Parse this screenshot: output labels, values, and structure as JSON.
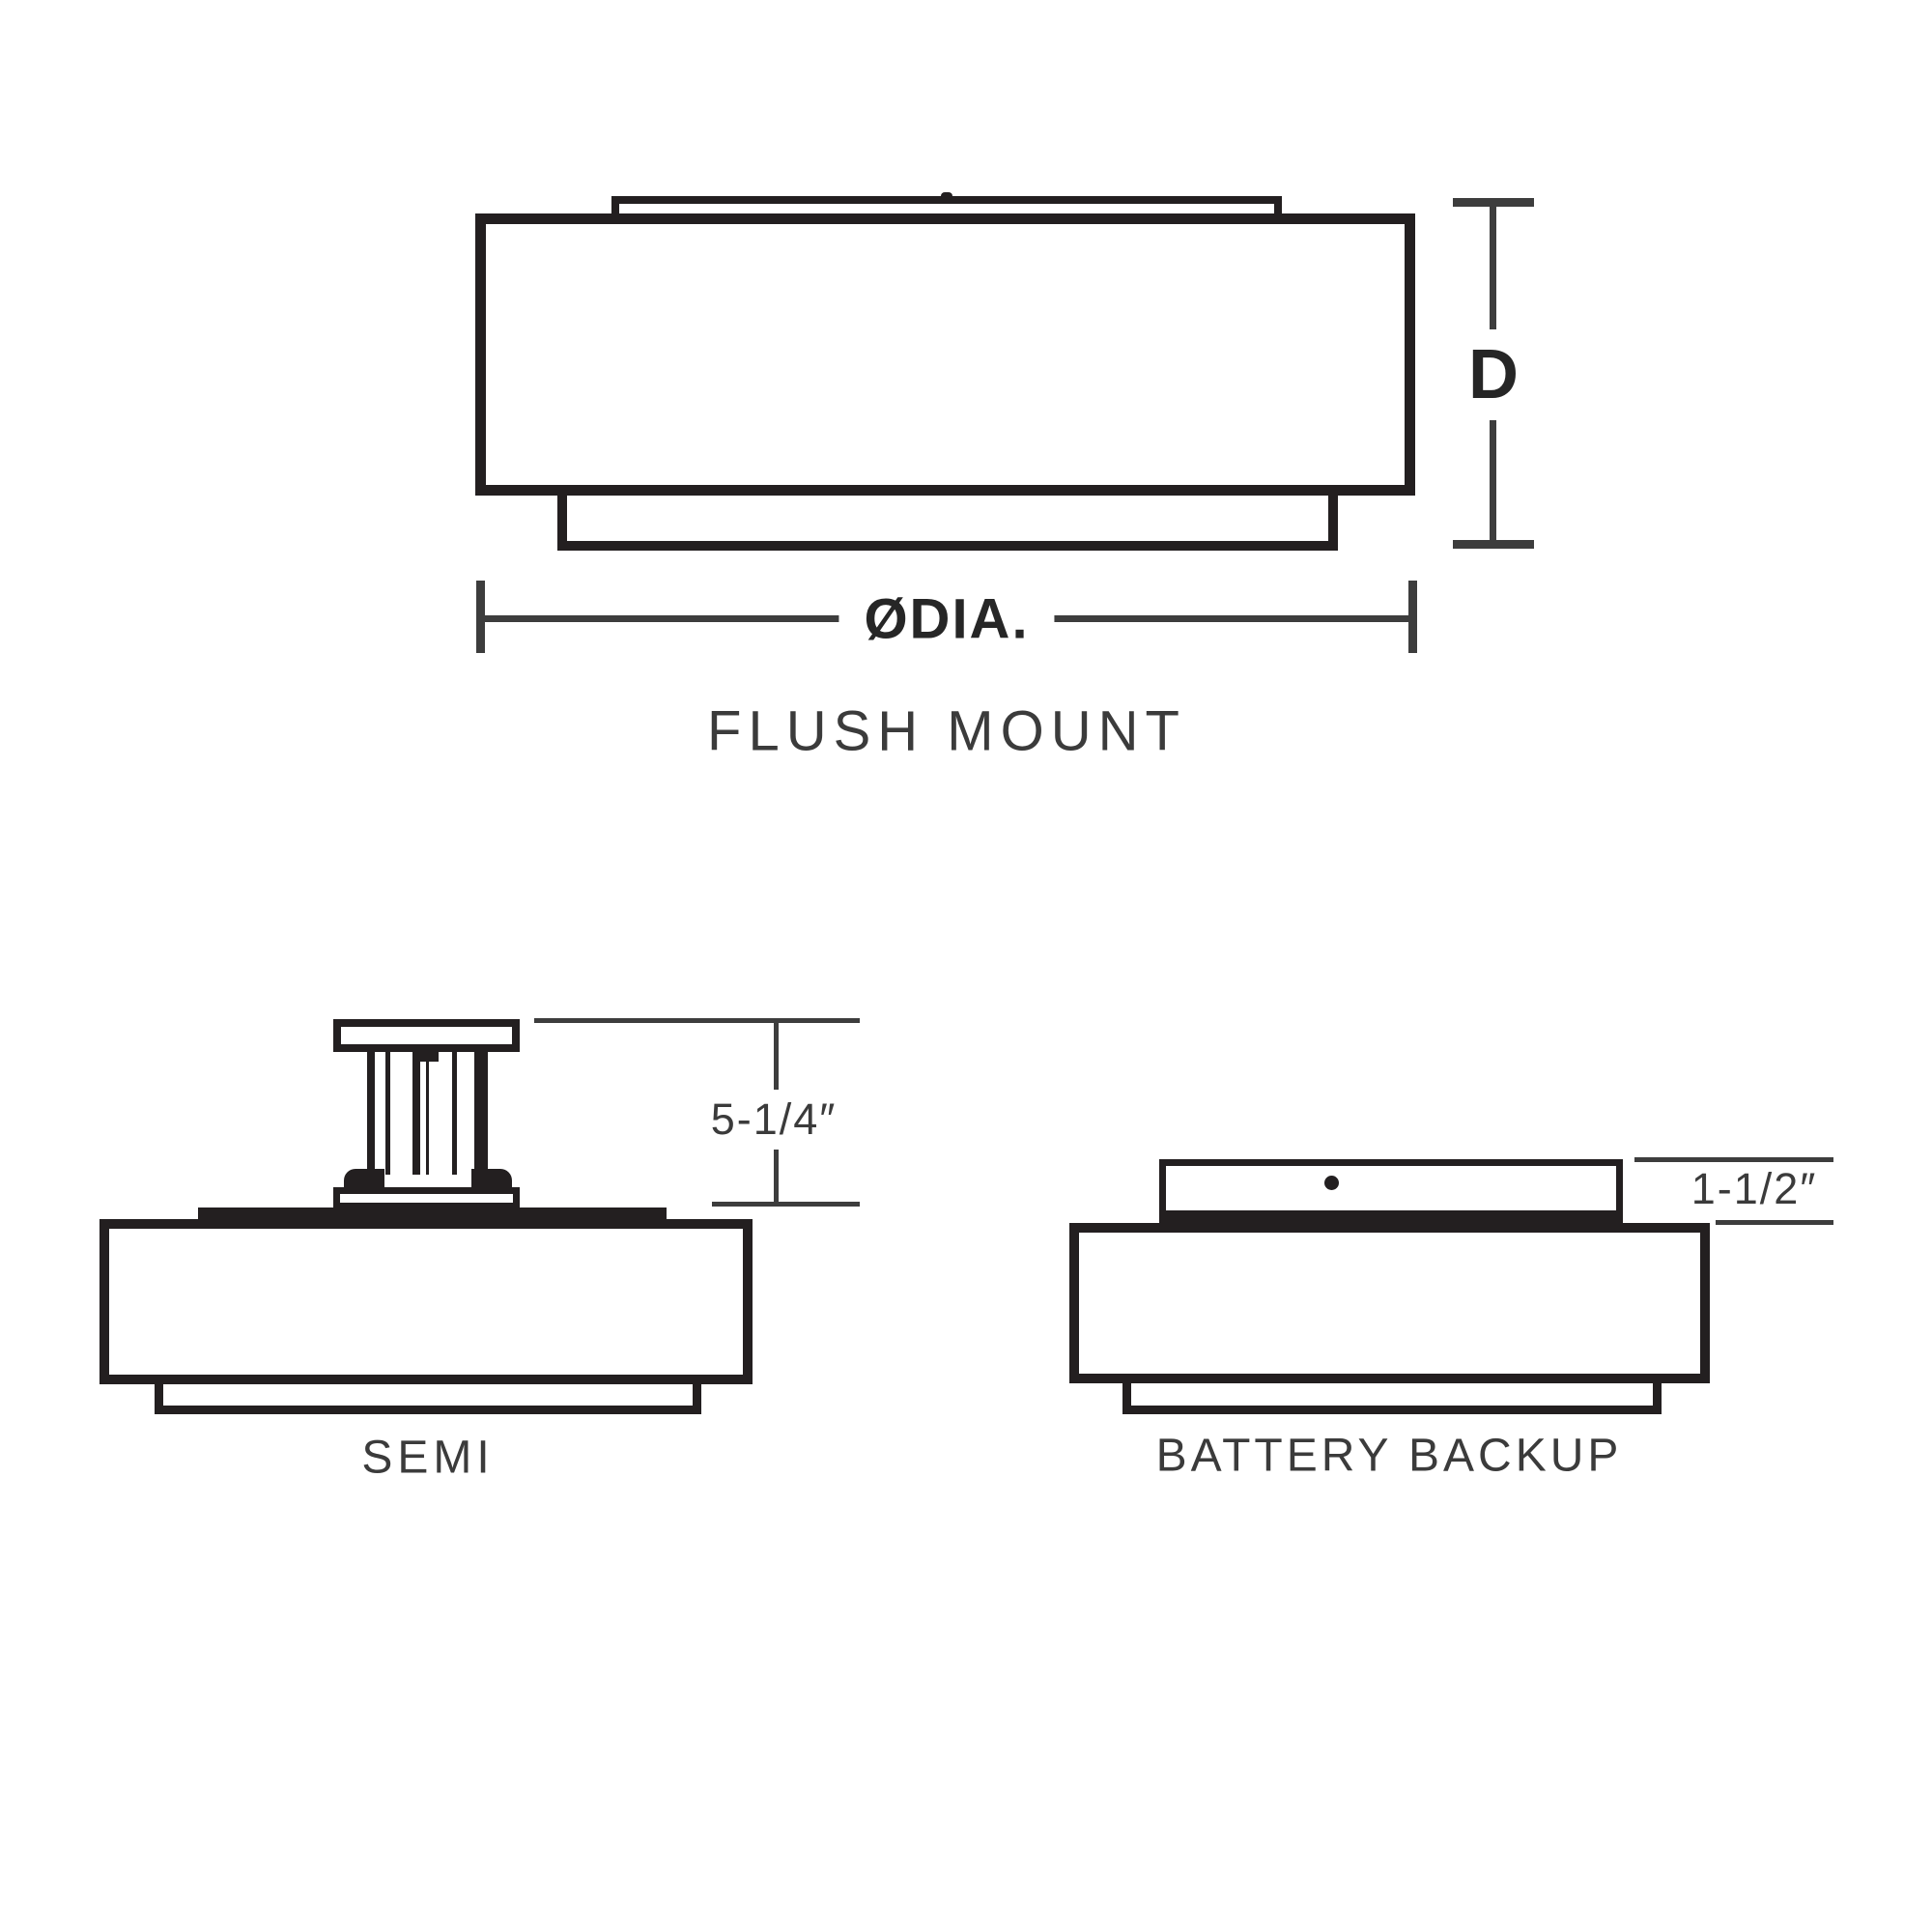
{
  "figures": {
    "flush_mount": {
      "caption": "FLUSH MOUNT",
      "depth_label": "D",
      "diameter_label": "ØDIA."
    },
    "semi": {
      "caption": "SEMI",
      "stem_height_label": "5-1/4″"
    },
    "battery_backup": {
      "caption": "BATTERY BACKUP",
      "box_height_label": "1-1/2″"
    }
  },
  "colors": {
    "background": "#ffffff",
    "line": "#231f20",
    "dim_line": "#3d3d3d",
    "text": "#3b3b3b"
  }
}
